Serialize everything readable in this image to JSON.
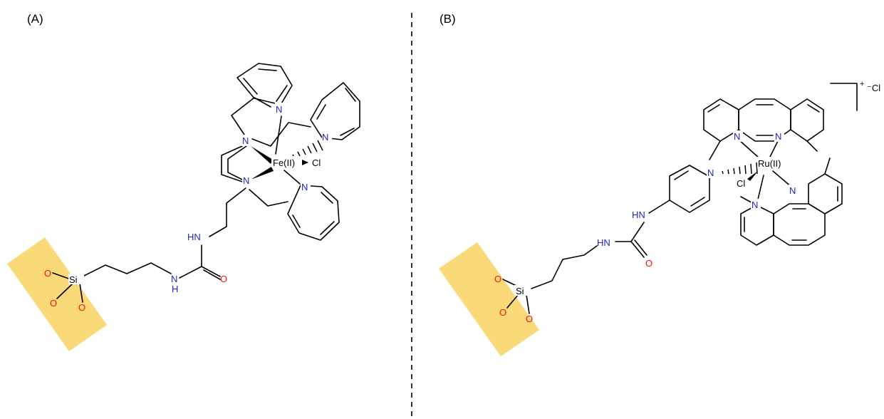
{
  "panels": {
    "a": {
      "label": "(A)"
    },
    "b": {
      "label": "(B)"
    }
  },
  "atoms": {
    "n": "N",
    "cl": "Cl",
    "o": "O",
    "si": "Si",
    "hn": "HN",
    "h": "H",
    "fe": "Fe(II)",
    "ru": "Ru(II)",
    "charge_plus": "+",
    "chloride": "⁻Cl"
  },
  "colors": {
    "nitrogen": "#2222cc",
    "oxygen": "#ee1111",
    "support": "#fad978",
    "bond": "#000000"
  }
}
